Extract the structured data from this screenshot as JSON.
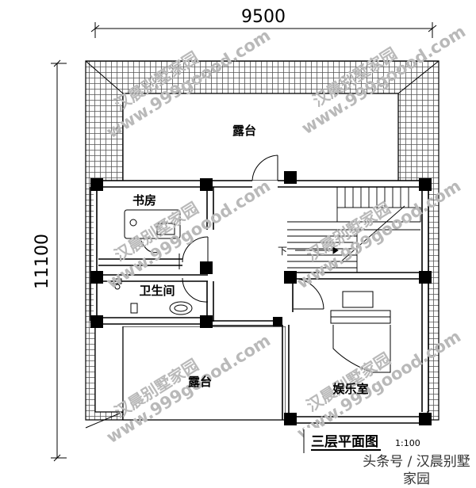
{
  "dimensions": {
    "width": "9500",
    "height": "11100"
  },
  "rooms": {
    "terrace_north": "露台",
    "study": "书房",
    "bathroom": "卫生间",
    "terrace_south": "露台",
    "entertainment": "娱乐室"
  },
  "stair_down": "下",
  "plan_title": "三层平面图",
  "plan_scale": "1:100",
  "watermark": {
    "cn": "汉晨别墅家园",
    "url": "www.999goood.com"
  },
  "source_caption": "头条号 / 汉晨别墅家园",
  "colors": {
    "line": "#000000",
    "watermark": "#b9b9b9"
  }
}
